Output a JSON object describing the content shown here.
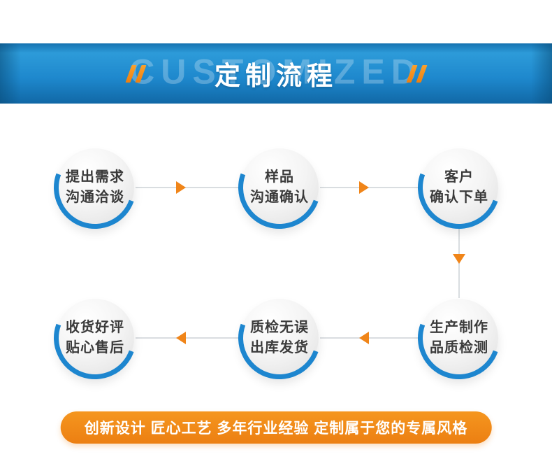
{
  "colors": {
    "primary_blue": "#1d86cf",
    "accent_orange": "#f08519"
  },
  "banner": {
    "watermark": "CUSTOMIZED",
    "title": "定制流程"
  },
  "flow": {
    "steps": [
      {
        "name": "requirements",
        "lines": [
          "提出需求",
          "沟通洽谈"
        ]
      },
      {
        "name": "sample",
        "lines": [
          "样品",
          "沟通确认"
        ]
      },
      {
        "name": "order",
        "lines": [
          "客户",
          "确认下单"
        ]
      },
      {
        "name": "production",
        "lines": [
          "生产制作",
          "品质检测"
        ]
      },
      {
        "name": "shipping",
        "lines": [
          "质检无误",
          "出库发货"
        ]
      },
      {
        "name": "aftersale",
        "lines": [
          "收货好评",
          "贴心售后"
        ]
      }
    ]
  },
  "footer": {
    "text": "创新设计 匠心工艺 多年行业经验 定制属于您的专属风格"
  }
}
